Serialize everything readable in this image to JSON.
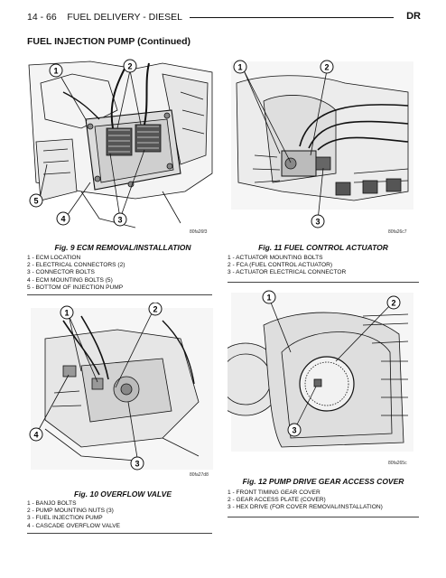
{
  "header": {
    "page_number": "14 - 66",
    "section": "FUEL DELIVERY - DIESEL",
    "model_code": "DR"
  },
  "section_title": "FUEL INJECTION PUMP (Continued)",
  "figures": [
    {
      "id": "fig9",
      "code": "80fa26f3",
      "callouts": [
        "1",
        "2",
        "5",
        "4",
        "3"
      ],
      "caption": "Fig. 9 ECM REMOVAL/INSTALLATION",
      "legend": [
        "1 - ECM LOCATION",
        "2 - ELECTRICAL CONNECTORS (2)",
        "3 - CONNECTOR BOLTS",
        "4 - ECM MOUNTING BOLTS (5)",
        "5 - BOTTOM OF INJECTION PUMP"
      ]
    },
    {
      "id": "fig11",
      "code": "80fa26c7",
      "callouts": [
        "1",
        "2",
        "3"
      ],
      "caption": "Fig. 11 FUEL CONTROL ACTUATOR",
      "legend": [
        "1 - ACTUATOR MOUNTING BOLTS",
        "2 - FCA (FUEL CONTROL ACTUATOR)",
        "3 - ACTUATOR ELECTRICAL CONNECTOR"
      ]
    },
    {
      "id": "fig10",
      "code": "80fa27d8",
      "callouts": [
        "1",
        "2",
        "4",
        "3"
      ],
      "caption": "Fig. 10 OVERFLOW VALVE",
      "legend": [
        "1 - BANJO BOLTS",
        "2 - PUMP MOUNTING NUTS (3)",
        "3 - FUEL INJECTION PUMP",
        "4 - CASCADE OVERFLOW VALVE"
      ]
    },
    {
      "id": "fig12",
      "code": "80fa265c",
      "callouts": [
        "1",
        "2",
        "3"
      ],
      "caption": "Fig. 12 PUMP DRIVE GEAR ACCESS COVER",
      "legend": [
        "1 - FRONT TIMING GEAR COVER",
        "2 - GEAR ACCESS PLATE (COVER)",
        "3 - HEX DRIVE (FOR COVER REMOVAL/INSTALLATION)"
      ]
    }
  ]
}
